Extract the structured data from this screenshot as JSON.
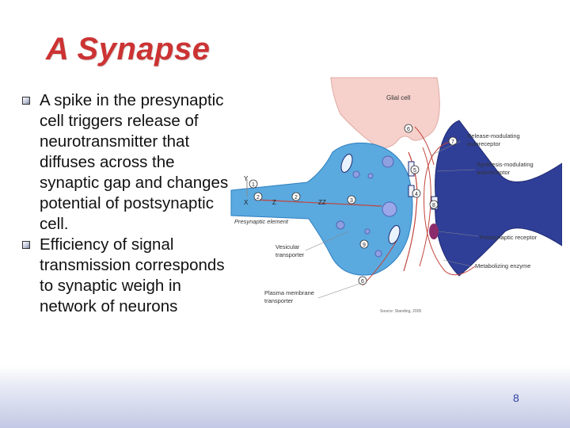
{
  "slide": {
    "title": "A Synapse",
    "bullets": [
      "A spike in the presynaptic cell triggers release of neurotransmitter that diffuses across the synaptic gap and changes potential of postsynaptic cell.",
      "Efficiency of signal transmission corresponds to synaptic weigh in network of neurons"
    ],
    "page_number": "8"
  },
  "diagram": {
    "labels": {
      "glial_cell": "Glial cell",
      "release_modulating": [
        "Release-modulating",
        "autoreceptor"
      ],
      "synthesis_modulating": [
        "Synthesis-modulating",
        "autoreceptor"
      ],
      "presynaptic": "Presynaptic element",
      "postsynaptic_receptor": "Postsynaptic receptor",
      "vesicular": [
        "Vesicular",
        "transporter"
      ],
      "metabolizing": "Metabolizing enzyme",
      "plasma_membrane": [
        "Plasma membrane",
        "transporter"
      ],
      "source": "Source: Standing, 2005",
      "x": "X",
      "y": "Y",
      "z": "Z",
      "zz": "ZZ"
    },
    "step_numbers": [
      "1",
      "2",
      "3",
      "4",
      "5",
      "6",
      "7",
      "8",
      "9"
    ]
  }
}
